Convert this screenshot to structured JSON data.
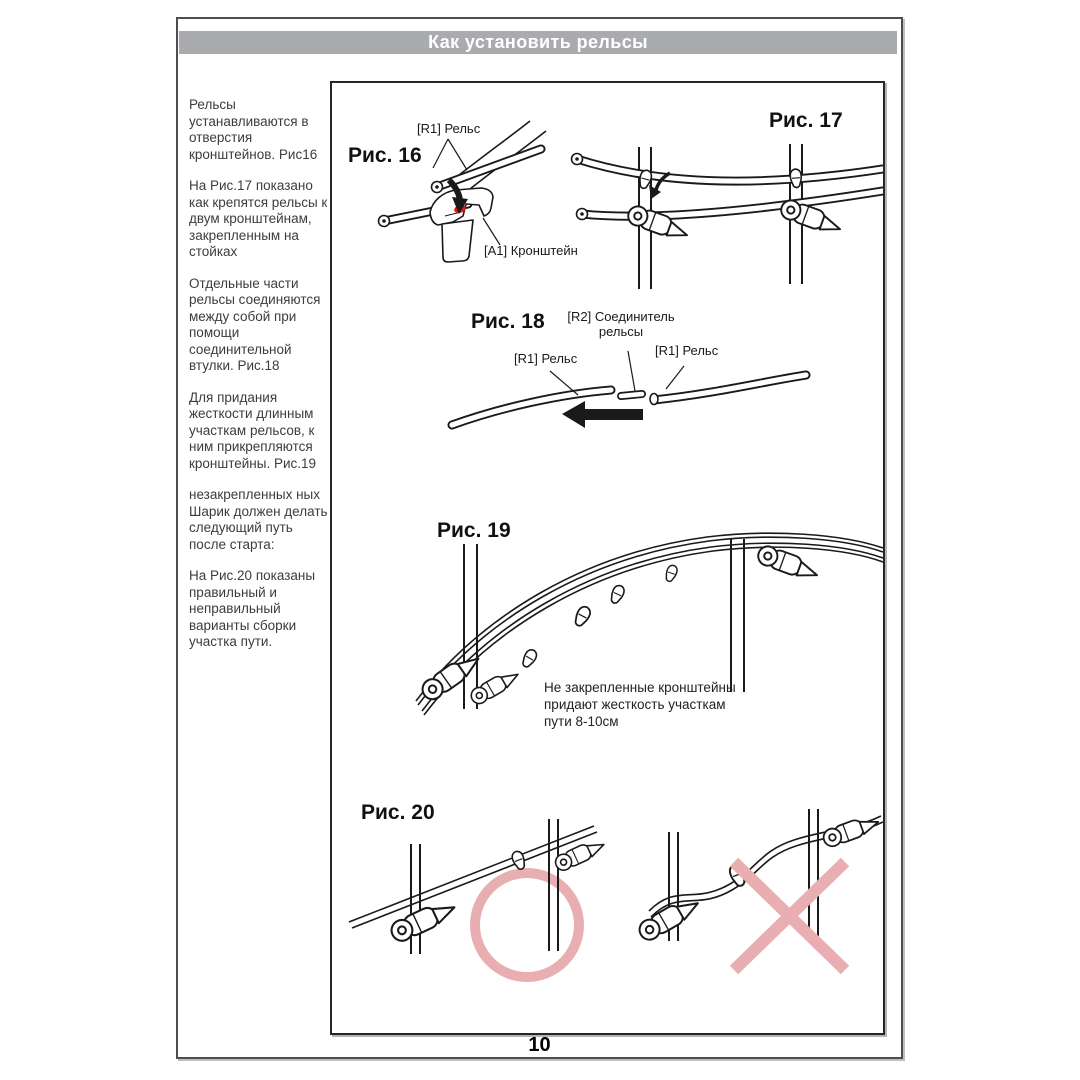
{
  "header": {
    "title": "Как установить рельсы"
  },
  "page_number": "10",
  "sidebar": {
    "paragraphs": [
      "Рельсы устанавливаются в отверстия кронштейнов. Рис16",
      "На Рис.17 показано как крепятся рельсы к двум кронштейнам, закрепленным на стойках",
      "Отдельные части рельсы соединяются между собой при помощи соединительной втулки. Рис.18",
      "Для придания жесткости длинным участкам рельсов, к ним прикрепляются кронштейны. Рис.19",
      "незакрепленных ных Шарик должен делать следующий путь после старта:",
      "На Рис.20 показаны правильный и неправильный варианты сборки участка пути."
    ]
  },
  "figures": {
    "fig16": {
      "label": "Рис. 16",
      "rail_callout": "[R1] Рельс",
      "bracket_callout": "[A1] Кронштейн"
    },
    "fig17": {
      "label": "Рис. 17"
    },
    "fig18": {
      "label": "Рис. 18",
      "connector_callout": "[R2] Соединитель рельсы",
      "rail_left_callout": "[R1] Рельс",
      "rail_right_callout": "[R1] Рельс"
    },
    "fig19": {
      "label": "Рис. 19",
      "caption": "Не закрепленные кронштейны придают жесткость участкам пути 8-10см"
    },
    "fig20": {
      "label": "Рис. 20"
    }
  },
  "colors": {
    "header_bar_gray": "#a9abae",
    "mark_pink": "#e9aeb2",
    "highlight_red": "#e8150f"
  }
}
